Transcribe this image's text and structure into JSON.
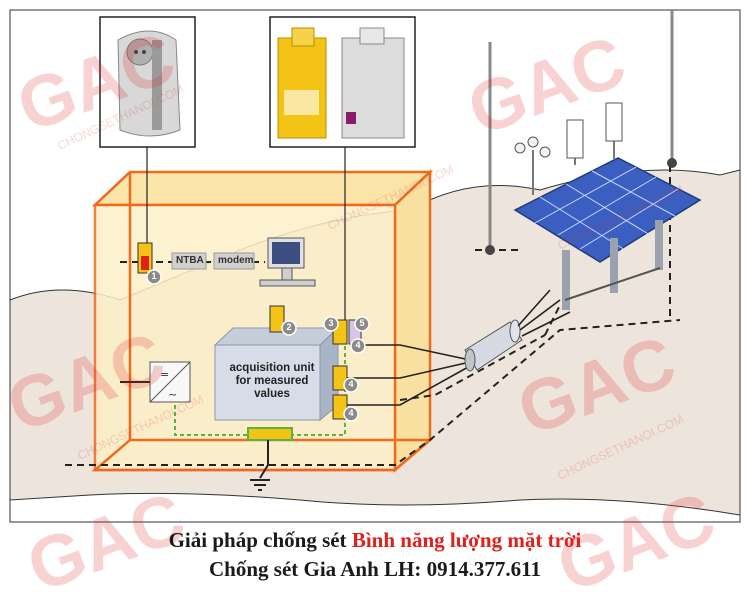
{
  "caption": {
    "line1_prefix": "Giải pháp chống sét ",
    "line1_highlight": "Bình năng lượng mặt trời",
    "line2": "Chống sét Gia Anh LH: 0914.377.611"
  },
  "diagram": {
    "acquisition_label": "acquisition unit for measured values",
    "ntba_label": "NTBA",
    "modem_label": "modem",
    "markers": [
      "1",
      "2",
      "3",
      "4",
      "4",
      "4",
      "5"
    ]
  },
  "watermark": {
    "logo_text": "GAC",
    "site_text": "CHONGSETHANOI.COM"
  },
  "colors": {
    "orange_frame": "#f06a1e",
    "box_fill": "#fdf0c8",
    "protector_yellow": "#f3c316",
    "panel_blue": "#3a5fc0",
    "caption_red": "#e0201b",
    "watermark_red": "#e03030",
    "ground_fill": "#ede4dc"
  }
}
